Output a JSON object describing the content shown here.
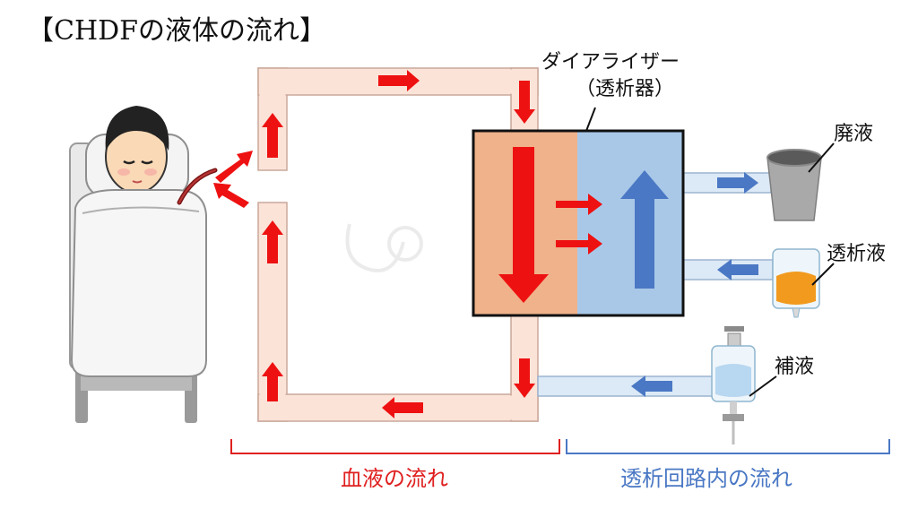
{
  "title": "【CHDFの液体の流れ】",
  "dialyzer": {
    "label": "ダイアライザー",
    "sub_label": "（透析器）"
  },
  "labels": {
    "waste": "廃液",
    "dialysate": "透析液",
    "replacement": "補液"
  },
  "sections": {
    "blood_flow": "血液の流れ",
    "dialysis_circuit_flow": "透析回路内の流れ"
  },
  "colors": {
    "blood_arrow": "#ee1111",
    "blood_side": "#f0b28a",
    "dialysate_side": "#a9c8e8",
    "dialysate_arrow": "#4a78c4",
    "blood_tube": "#fbe3d8",
    "dialysate_tube": "#dce9f6",
    "bracket_red": "#e02020",
    "bracket_blue": "#4a78c4"
  },
  "icons": {
    "patient": "patient-in-bed-icon",
    "waste": "waste-bucket-icon",
    "dialysate": "dialysate-bag-icon",
    "replacement": "replacement-fluid-drip-icon"
  }
}
